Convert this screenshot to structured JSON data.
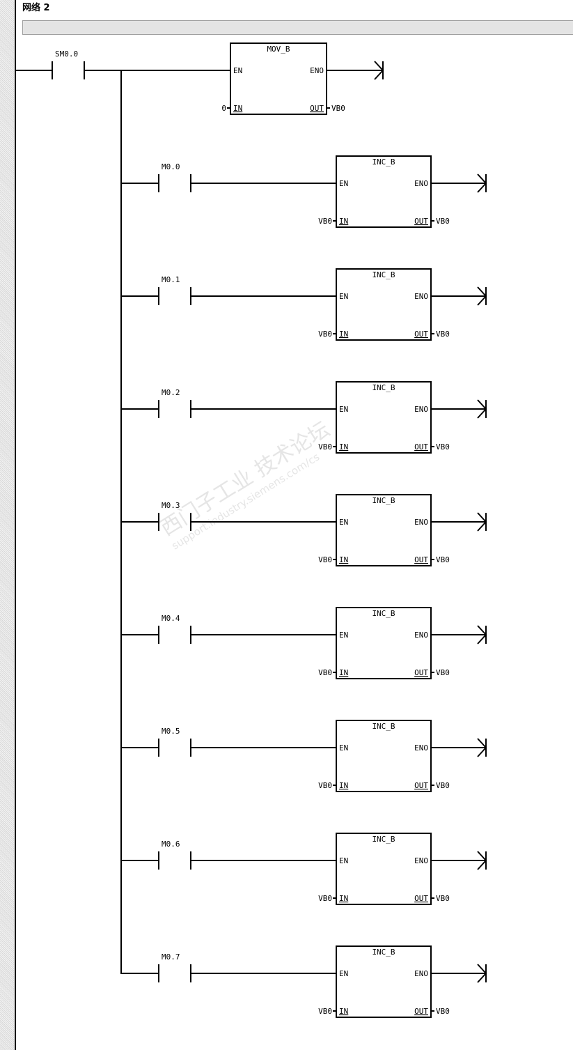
{
  "network": {
    "title": "网络 2",
    "comment": ""
  },
  "colors": {
    "rail": "#000000",
    "literal": "#8a7a00",
    "comment_bar": "#e4e4e4"
  },
  "rung_main": {
    "contact": "SM0.0",
    "box": {
      "name": "MOV_B",
      "en": "EN",
      "eno": "ENO",
      "in_pin": "IN",
      "out_pin": "OUT",
      "in_value": "0",
      "out_value": "VB0"
    }
  },
  "rungs": [
    {
      "contact": "M0.0",
      "box": "INC_B",
      "in_value": "VB0",
      "out_value": "VB0"
    },
    {
      "contact": "M0.1",
      "box": "INC_B",
      "in_value": "VB0",
      "out_value": "VB0"
    },
    {
      "contact": "M0.2",
      "box": "INC_B",
      "in_value": "VB0",
      "out_value": "VB0"
    },
    {
      "contact": "M0.3",
      "box": "INC_B",
      "in_value": "VB0",
      "out_value": "VB0"
    },
    {
      "contact": "M0.4",
      "box": "INC_B",
      "in_value": "VB0",
      "out_value": "VB0"
    },
    {
      "contact": "M0.5",
      "box": "INC_B",
      "in_value": "VB0",
      "out_value": "VB0"
    },
    {
      "contact": "M0.6",
      "box": "INC_B",
      "in_value": "VB0",
      "out_value": "VB0"
    },
    {
      "contact": "M0.7",
      "box": "INC_B",
      "in_value": "VB0",
      "out_value": "VB0"
    }
  ],
  "pins": {
    "en": "EN",
    "eno": "ENO",
    "in": "IN",
    "out": "OUT"
  },
  "watermark": {
    "line1": "西门子工业 技术论坛",
    "line2": "support.industry.siemens.com/cs"
  }
}
